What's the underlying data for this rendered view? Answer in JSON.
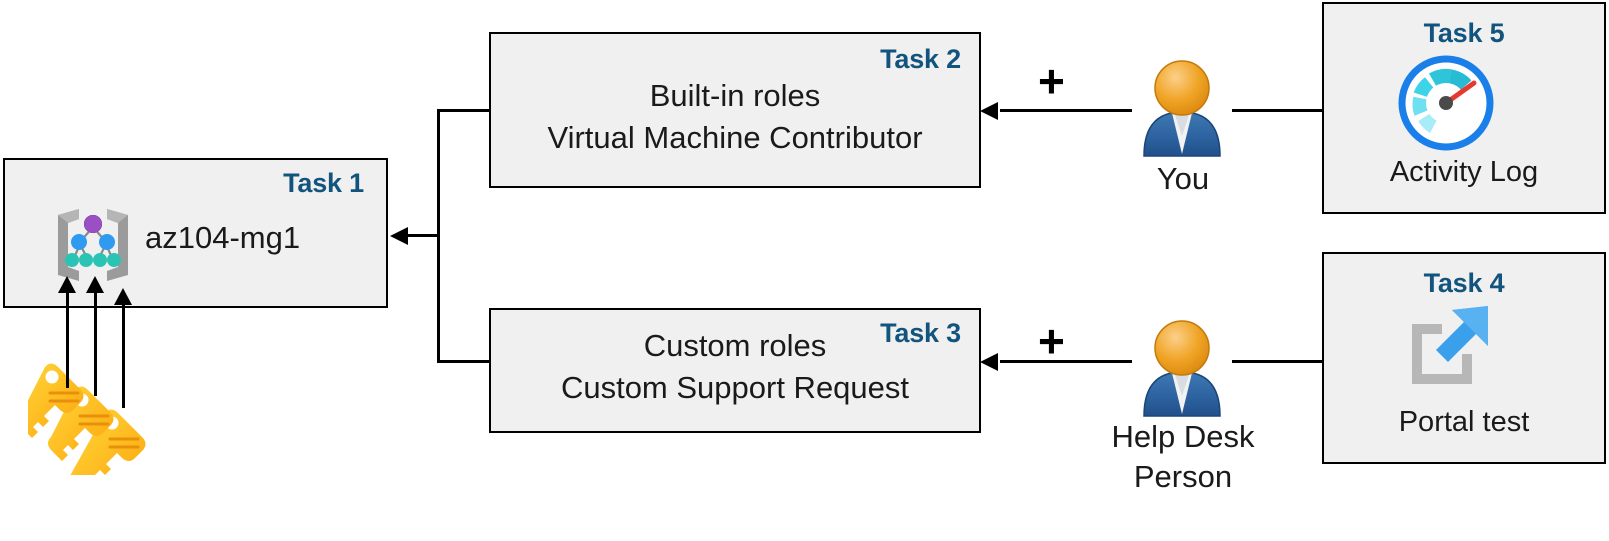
{
  "diagram": {
    "title": "Azure RBAC task diagram",
    "accent_color": "#13547e",
    "box_fill": "#f0f0f0",
    "box_border": "#000000"
  },
  "nodes": {
    "task1": {
      "label": "Task 1",
      "text": "az104-mg1",
      "icon": "management-group-icon"
    },
    "task2": {
      "label": "Task 2",
      "line1": "Built-in roles",
      "line2": "Virtual Machine Contributor"
    },
    "task3": {
      "label": "Task 3",
      "line1": "Custom roles",
      "line2": "Custom Support Request"
    },
    "task4": {
      "label": "Task 4",
      "text": "Portal test",
      "icon": "external-link-icon"
    },
    "task5": {
      "label": "Task 5",
      "text": "Activity Log",
      "icon": "gauge-icon"
    }
  },
  "actors": {
    "you": {
      "caption": "You",
      "icon": "user-icon"
    },
    "help_desk": {
      "caption_line1": "Help Desk",
      "caption_line2": "Person",
      "icon": "user-icon"
    }
  },
  "operators": {
    "plus_top": "+",
    "plus_bottom": "+"
  },
  "decorations": {
    "keys": "keys-icon"
  }
}
